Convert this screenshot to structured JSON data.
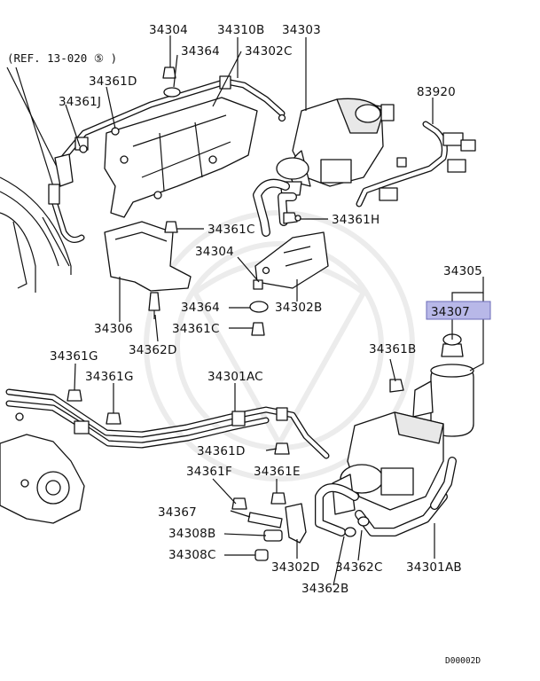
{
  "ref_note": "(REF. 13-020 ⑤ )",
  "diagram_code": "D00002D",
  "highlight_color": "#b8b8e8",
  "labels": {
    "p34304_top": "34304",
    "p34310B": "34310B",
    "p34303": "34303",
    "p34364_top": "34364",
    "p34302C": "34302C",
    "p34361D_top": "34361D",
    "p34361J": "34361J",
    "p83920": "83920",
    "p34361H": "34361H",
    "p34361C_top": "34361C",
    "p34304_mid": "34304",
    "p34305": "34305",
    "p34307": "34307",
    "p34364_mid": "34364",
    "p34302B": "34302B",
    "p34306": "34306",
    "p34361C_mid": "34361C",
    "p34362D": "34362D",
    "p34361B": "34361B",
    "p34361G_left": "34361G",
    "p34361G_right": "34361G",
    "p34301AC": "34301AC",
    "p34361D_low": "34361D",
    "p34361F": "34361F",
    "p34361E": "34361E",
    "p34367": "34367",
    "p34308B": "34308B",
    "p34308C": "34308C",
    "p34302D": "34302D",
    "p34362C": "34362C",
    "p34301AB": "34301AB",
    "p34362B": "34362B"
  }
}
